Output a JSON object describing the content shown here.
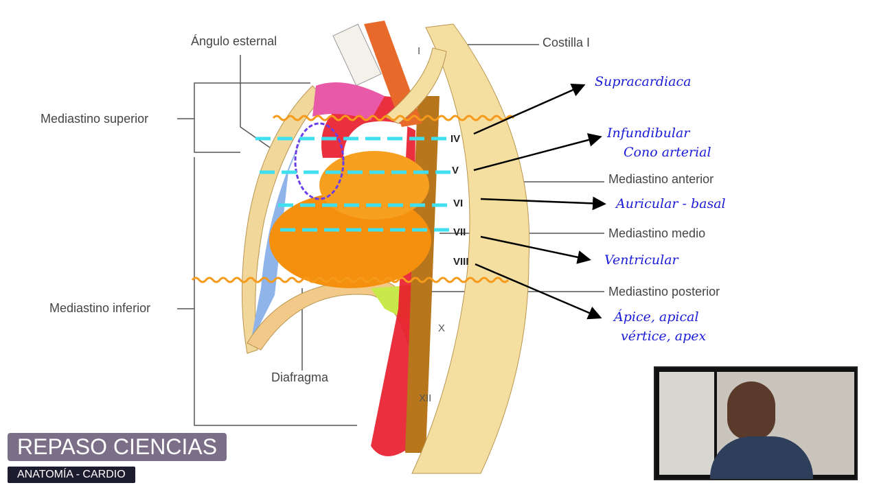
{
  "diagram": {
    "labels": {
      "angulo_esternal": "Ángulo esternal",
      "costilla_i": "Costilla I",
      "mediastino_superior": "Mediastino superior",
      "mediastino_inferior": "Mediastino inferior",
      "mediastino_anterior": "Mediastino anterior",
      "mediastino_medio": "Mediastino medio",
      "mediastino_posterior": "Mediastino posterior",
      "diafragma": "Diafragma"
    },
    "vertebrae": [
      "I",
      "IV",
      "V",
      "VI",
      "VII",
      "VIII",
      "X",
      "XII"
    ],
    "annotations": [
      "Supracardiaca",
      "Infundibular",
      "Cono arterial",
      "Auricular - basal",
      "Ventricular",
      "Ápice, apical",
      "vértice, apex"
    ]
  },
  "overlay": {
    "channel": "REPASO CIENCIAS",
    "topic": "ANATOMÍA - CARDIO"
  },
  "colors": {
    "annotation": "#1a1ad8",
    "wavy": "#f59a1a",
    "dashed": "#3ee0f0",
    "heart": "#f5900e"
  }
}
